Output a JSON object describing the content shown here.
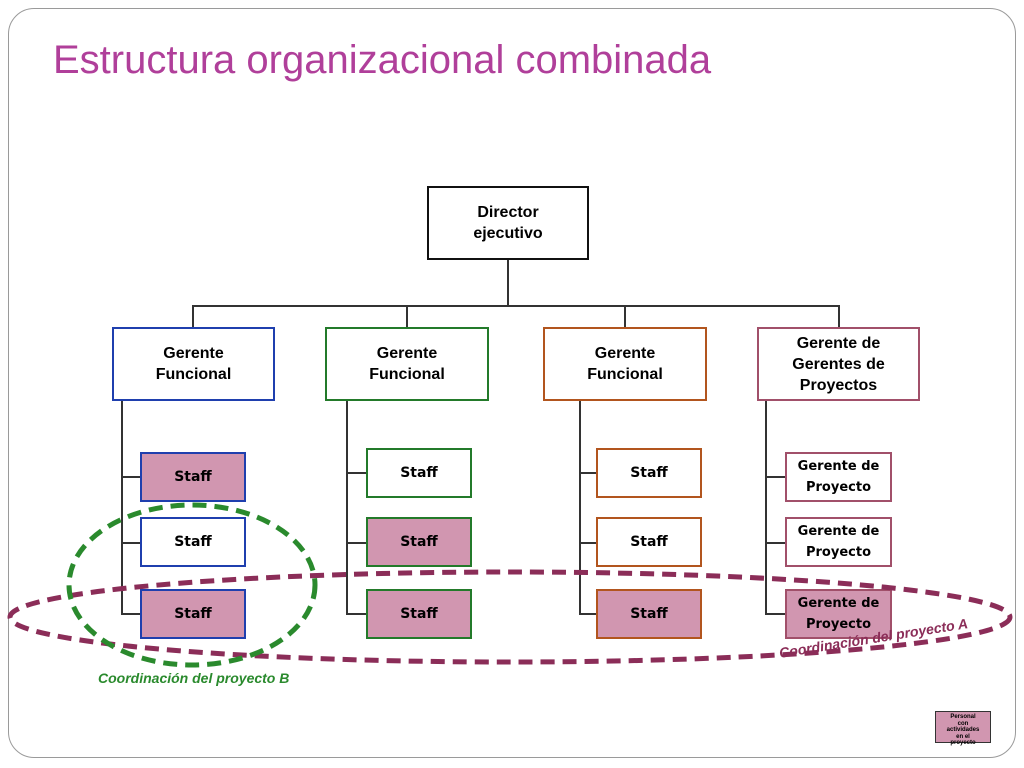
{
  "title": "Estructura organizacional combinada",
  "director": {
    "line1": "Director",
    "line2": "ejecutivo"
  },
  "managers": [
    {
      "line1": "Gerente",
      "line2": "Funcional",
      "line3": ""
    },
    {
      "line1": "Gerente",
      "line2": "Funcional",
      "line3": ""
    },
    {
      "line1": "Gerente",
      "line2": "Funcional",
      "line3": ""
    },
    {
      "line1": "Gerente de",
      "line2": "Gerentes de",
      "line3": "Proyectos"
    }
  ],
  "columns": [
    {
      "items": [
        {
          "label": "Staff",
          "filled": true
        },
        {
          "label": "Staff",
          "filled": false
        },
        {
          "label": "Staff",
          "filled": true
        }
      ]
    },
    {
      "items": [
        {
          "label": "Staff",
          "filled": false
        },
        {
          "label": "Staff",
          "filled": true
        },
        {
          "label": "Staff",
          "filled": true
        }
      ]
    },
    {
      "items": [
        {
          "label": "Staff",
          "filled": false
        },
        {
          "label": "Staff",
          "filled": false
        },
        {
          "label": "Staff",
          "filled": true
        }
      ]
    },
    {
      "items": [
        {
          "line1": "Gerente de",
          "line2": "Proyecto",
          "filled": false
        },
        {
          "line1": "Gerente de",
          "line2": "Proyecto",
          "filled": false
        },
        {
          "line1": "Gerente de",
          "line2": "Proyecto",
          "filled": true
        }
      ]
    }
  ],
  "coordination": {
    "project_a": "Coordinación del proyecto A",
    "project_b": "Coordinación del proyecto B"
  },
  "legend": {
    "line1": "Personal",
    "line2": "con",
    "line3": "actividades",
    "line4": "en el",
    "line5": "proyecto"
  },
  "colors": {
    "title": "#b03f9a",
    "blue": "#1f3fae",
    "green": "#237a2a",
    "brown": "#b2551e",
    "mauve": "#a1506a",
    "staff_fill": "#d196b0",
    "project_a": "#8b2d58",
    "project_b": "#2a8a2d"
  }
}
